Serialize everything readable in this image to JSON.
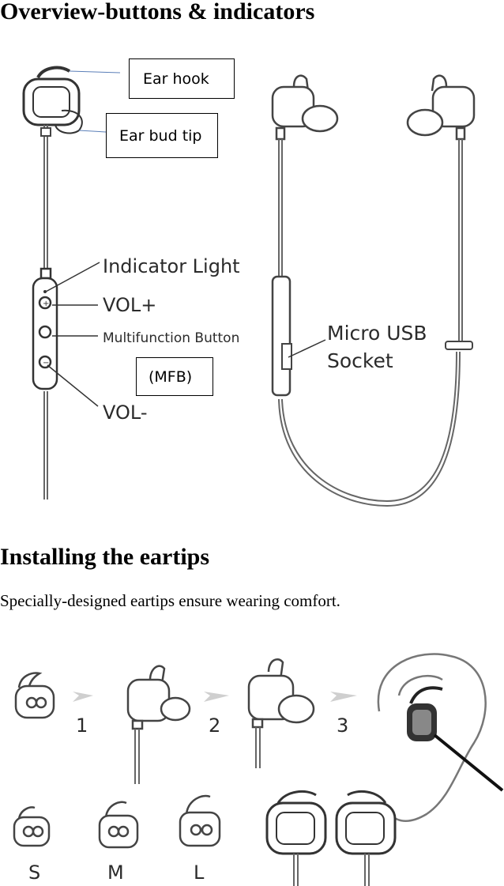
{
  "headings": {
    "overview": "Overview-buttons & indicators",
    "install": "Installing the eartips"
  },
  "intro_text": "Specially-designed eartips ensure wearing comfort.",
  "callouts": {
    "ear_hook": "Ear hook",
    "ear_bud_tip": "Ear bud tip",
    "mfb": "(MFB)"
  },
  "diagram_labels": {
    "indicator_light": "Indicator Light",
    "vol_plus": "VOL+",
    "multifunction": "Multifunction Button",
    "vol_minus": "VOL-",
    "micro_usb_line1": "Micro USB",
    "micro_usb_line2": "Socket"
  },
  "install_steps": [
    "1",
    "2",
    "3"
  ],
  "sizes": [
    "S",
    "M",
    "L"
  ],
  "icons": [
    "earbud-front-icon",
    "earbud-side-icon",
    "arrow-icon",
    "ear-icon"
  ]
}
